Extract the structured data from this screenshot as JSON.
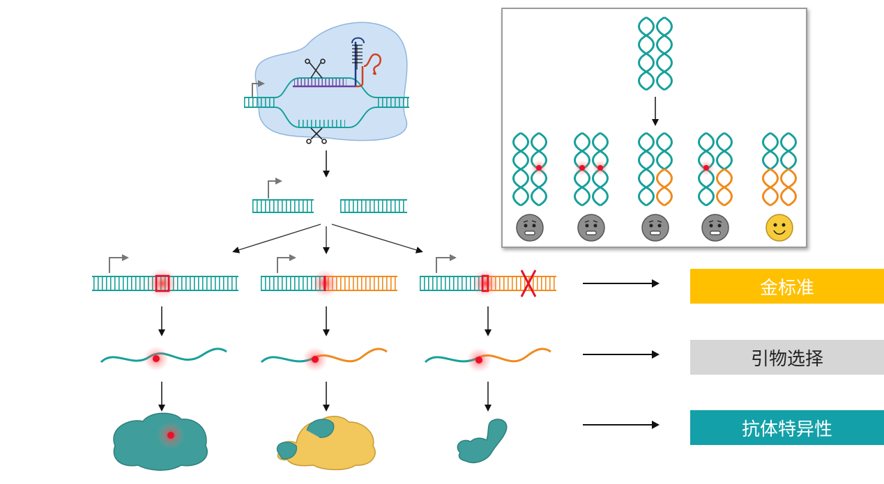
{
  "labels": {
    "gold_standard": "金标准",
    "primer_selection": "引物选择",
    "antibody_specificity": "抗体特异性"
  },
  "colors": {
    "teal": "#17A09A",
    "orange": "#F08A1C",
    "red_highlight": "#E8102A",
    "gold_bar": "#FFC000",
    "gray_bar": "#D6D6D6",
    "teal_bar": "#14A0A8",
    "protein_teal": "#3F9E9B",
    "protein_yellow": "#F2C75C",
    "cell_blue": "#CFE2F5"
  },
  "icons": {
    "inset_faces": [
      "sad-face-icon",
      "sad-face-icon",
      "sad-face-icon",
      "sad-face-icon",
      "happy-face-icon"
    ],
    "cut_marker": "red-x-icon",
    "scissors": "scissors-icon"
  }
}
